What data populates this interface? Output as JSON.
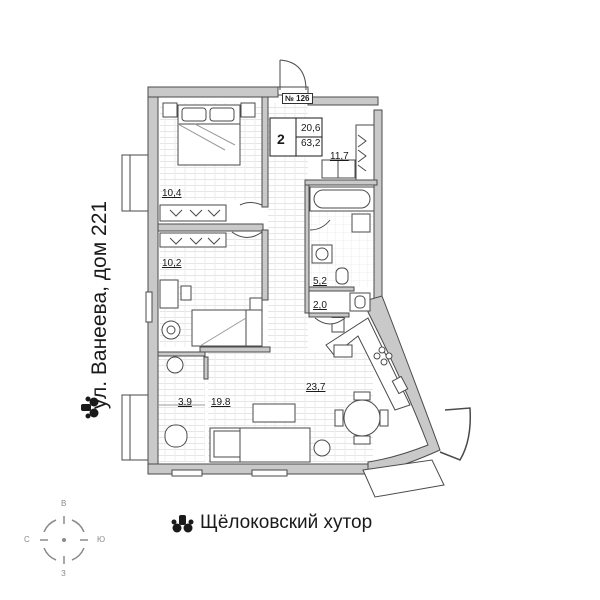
{
  "street_caption": "ул. Ванеева, дом 221",
  "complex_caption": "Щёлоковский хутор",
  "compass": {
    "north": "В",
    "south": "З",
    "east": "Ю",
    "west": "С"
  },
  "apartment": {
    "number": "№ 126",
    "rooms": "2",
    "living_area": "20,6",
    "total_area": "63,2"
  },
  "rooms": {
    "bedroom_top": "10,4",
    "bedroom_bottom": "10,2",
    "hallway": "11,7",
    "bathroom": "5,2",
    "wc": "2,0",
    "kitchen_living": "23,7",
    "balcony": "3.9",
    "living_zone": "19.8"
  },
  "colors": {
    "wall": "#c9c9c9",
    "wall_outline": "#4a4a4a",
    "floor_line": "#e4e4e4",
    "compass": "#8a8a8a"
  }
}
